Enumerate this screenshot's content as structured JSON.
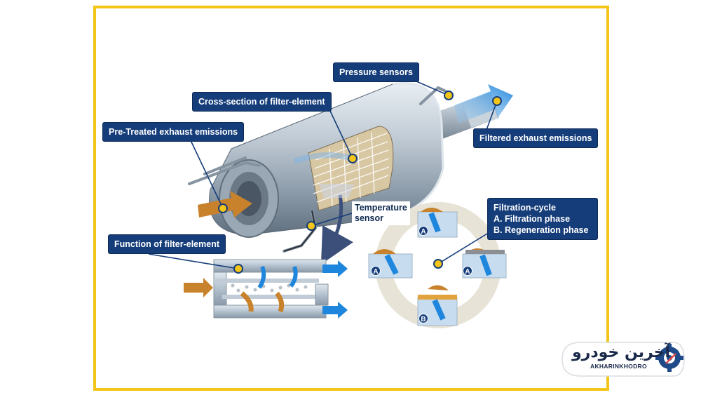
{
  "labels": {
    "pressure_sensors": "Pressure sensors",
    "cross_section": "Cross-section of filter-element",
    "pre_treated": "Pre-Treated exhaust emissions",
    "filtered": "Filtered exhaust emissions",
    "temperature_sensor_1": "Temperature",
    "temperature_sensor_2": "sensor",
    "function": "Function of filter-element",
    "filtration_cycle": "Filtration-cycle",
    "filtration_phase": "A. Filtration phase",
    "regeneration_phase": "B. Regeneration phase"
  },
  "phase_markers": {
    "a": "A",
    "b": "B"
  },
  "logo": {
    "persian": "آخرین خودرو",
    "latin": "AKHARINKHODRO"
  },
  "colors": {
    "frame": "#f2c518",
    "label_bg": "#153d7a",
    "marker": "#f2c518",
    "flow_in": "#c8822c",
    "flow_out": "#1f86dd",
    "canister": "#b6c3cf"
  }
}
